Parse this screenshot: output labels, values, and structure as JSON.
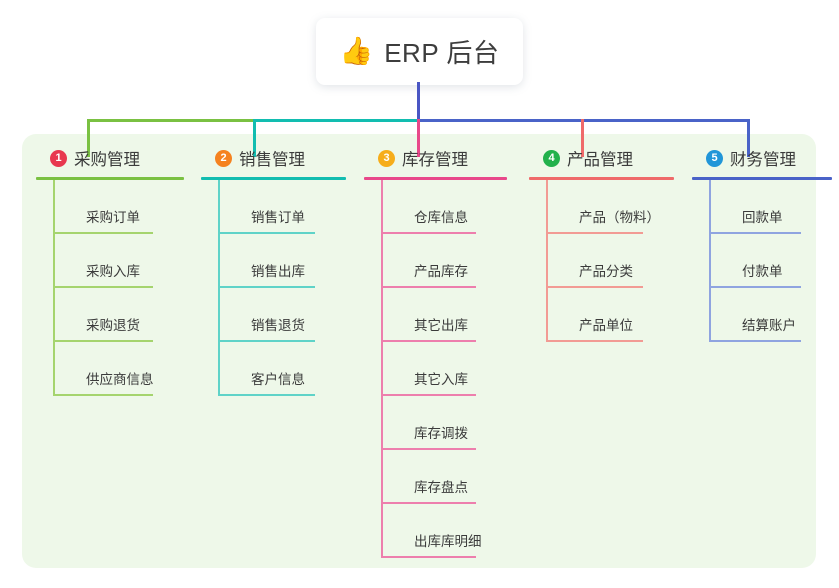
{
  "root": {
    "icon": "thumbs-up-icon",
    "icon_glyph": "👍",
    "title": "ERP 后台"
  },
  "panel": {
    "background_color": "#eef8e9"
  },
  "connectors": {
    "stem_color": "#4a56c4",
    "segments": [
      {
        "name": "segment-purchase",
        "color": "#7ac142"
      },
      {
        "name": "segment-sales",
        "color": "#12bdb0"
      },
      {
        "name": "segment-inventory",
        "color": "#e8488a"
      },
      {
        "name": "segment-product",
        "color": "#ef6a6a"
      },
      {
        "name": "segment-finance",
        "color": "#4a63c8"
      }
    ]
  },
  "columns": [
    {
      "number": "1",
      "title": "采购管理",
      "badge_color": "#e8384f",
      "accent_color": "#7ac142",
      "rule_color": "#a5d46e",
      "items": [
        {
          "label": "采购订单"
        },
        {
          "label": "采购入库"
        },
        {
          "label": "采购退货"
        },
        {
          "label": "供应商信息"
        }
      ]
    },
    {
      "number": "2",
      "title": "销售管理",
      "badge_color": "#f5821f",
      "accent_color": "#12bdb0",
      "rule_color": "#5fd3c8",
      "items": [
        {
          "label": "销售订单"
        },
        {
          "label": "销售出库"
        },
        {
          "label": "销售退货"
        },
        {
          "label": "客户信息"
        }
      ]
    },
    {
      "number": "3",
      "title": "库存管理",
      "badge_color": "#f6ad1a",
      "accent_color": "#e8488a",
      "rule_color": "#ed7fad",
      "items": [
        {
          "label": "仓库信息"
        },
        {
          "label": "产品库存"
        },
        {
          "label": "其它出库"
        },
        {
          "label": "其它入库"
        },
        {
          "label": "库存调拨"
        },
        {
          "label": "库存盘点"
        },
        {
          "label": "出库库明细"
        }
      ]
    },
    {
      "number": "4",
      "title": "产品管理",
      "badge_color": "#22b14c",
      "accent_color": "#ef6a6a",
      "rule_color": "#f29b94",
      "items": [
        {
          "label": "产品（物料）"
        },
        {
          "label": "产品分类"
        },
        {
          "label": "产品单位"
        }
      ]
    },
    {
      "number": "5",
      "title": "财务管理",
      "badge_color": "#2196d8",
      "accent_color": "#4a63c8",
      "rule_color": "#8fa4e0",
      "items": [
        {
          "label": "回款单"
        },
        {
          "label": "付款单"
        },
        {
          "label": "结算账户"
        }
      ]
    }
  ]
}
